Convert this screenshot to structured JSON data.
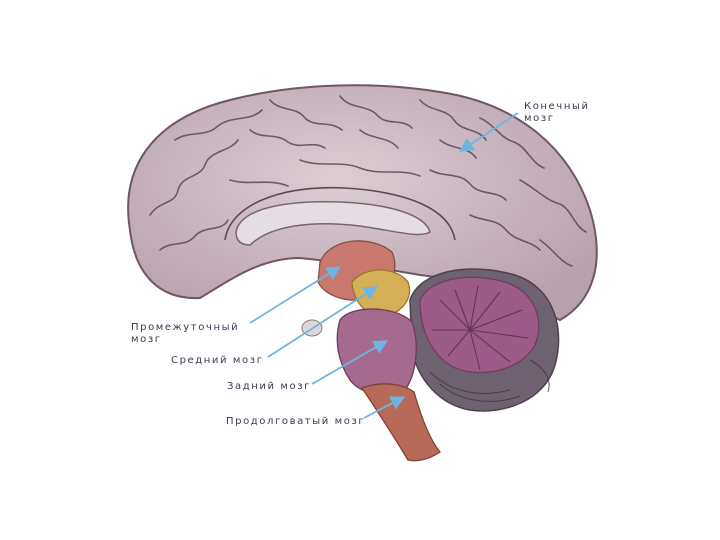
{
  "labels": {
    "telencephalon": [
      "Конечный",
      "мозг"
    ],
    "diencephalon": [
      "Промежуточный",
      "мозг"
    ],
    "midbrain": "Средний мозг",
    "hindbrain": "Задний мозг",
    "medulla": "Продолговатый мозг"
  },
  "colors": {
    "cortex": "#cdbcc4",
    "gyri_lines": "#5d4955",
    "callosum": "#e4dee2",
    "diencephalon": "#c8786c",
    "midbrain": "#d6b056",
    "pons": "#a66a8e",
    "medulla": "#b86a58",
    "cerebellum": "#9c5a86",
    "leader_lines": "#6fb4e0"
  }
}
